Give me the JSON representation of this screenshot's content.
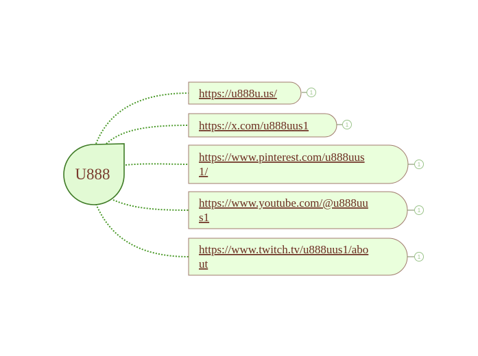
{
  "root": {
    "label": "U888"
  },
  "children": [
    {
      "lines": [
        "https://u888u.us/"
      ],
      "count": "1"
    },
    {
      "lines": [
        "https://x.com/u888uus1"
      ],
      "count": "1"
    },
    {
      "lines": [
        "https://www.pinterest.com/u888uus",
        "1/"
      ],
      "count": "1"
    },
    {
      "lines": [
        "https://www.youtube.com/@u888uu",
        "s1"
      ],
      "count": "1"
    },
    {
      "lines": [
        "https://www.twitch.tv/u888uus1/abo",
        "ut"
      ],
      "count": "1"
    }
  ],
  "colors": {
    "connector": "#4b9a2a",
    "node_fill": "#eaffdc",
    "node_border": "#a07a6c",
    "root_fill": "#e2fad4",
    "root_border": "#3e7a25",
    "text": "#6b2c20"
  }
}
